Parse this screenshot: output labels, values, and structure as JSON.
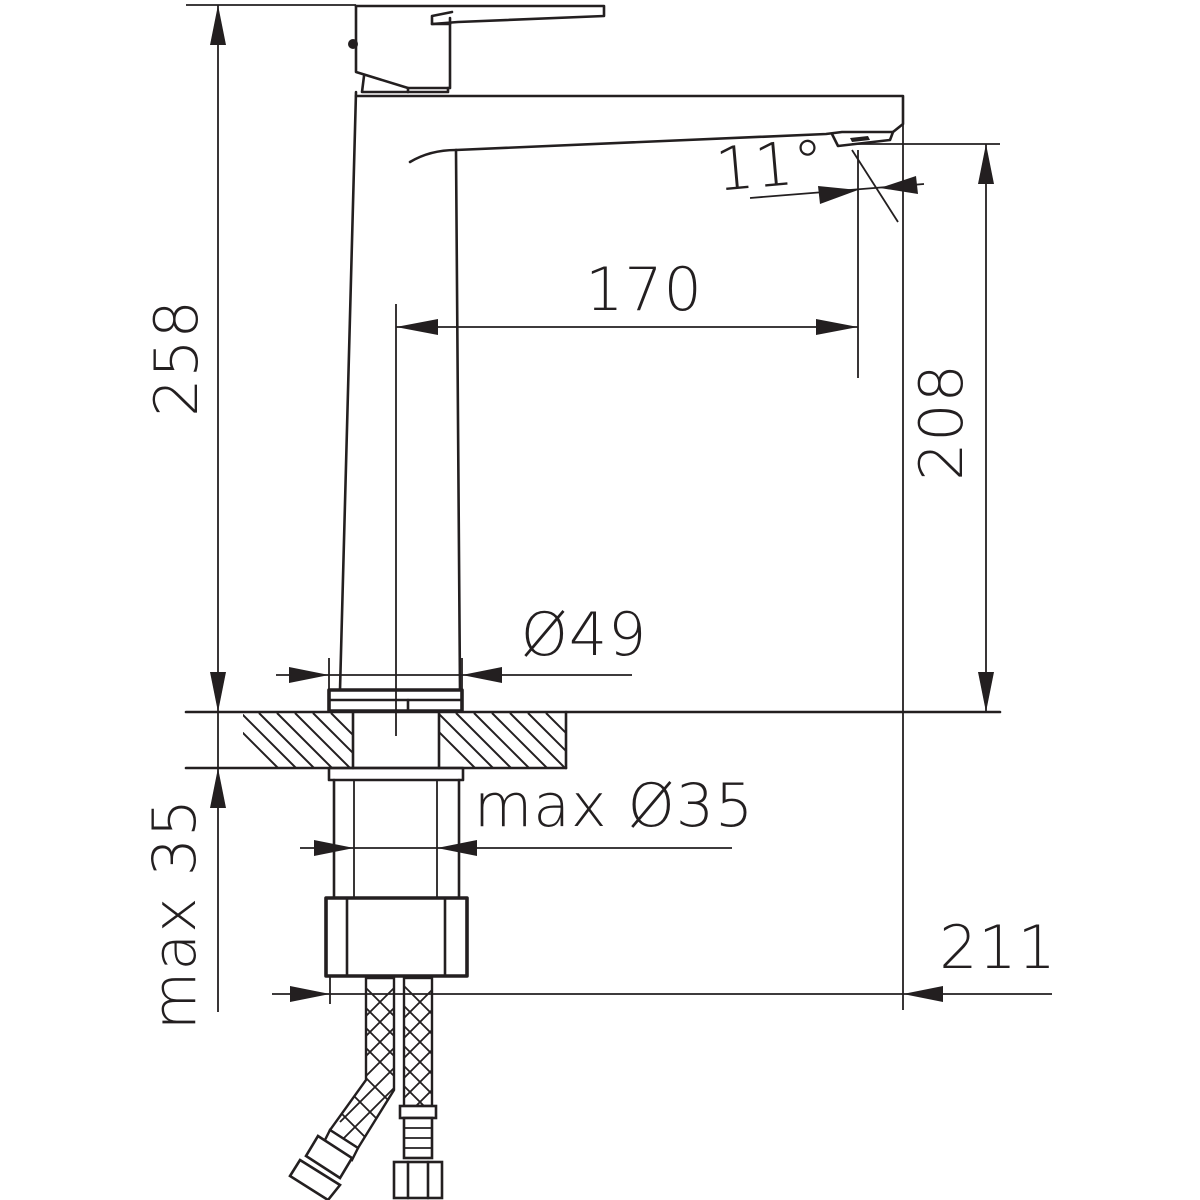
{
  "dimensions": {
    "total_height": "258",
    "spout_height": "208",
    "spout_reach": "170",
    "spout_angle": "11°",
    "base_diameter": "Ø49",
    "shank_diameter": "max Ø35",
    "counter_thickness": "max 35",
    "overall_depth": "211"
  },
  "colors": {
    "line": "#231f20",
    "background": "#ffffff"
  }
}
